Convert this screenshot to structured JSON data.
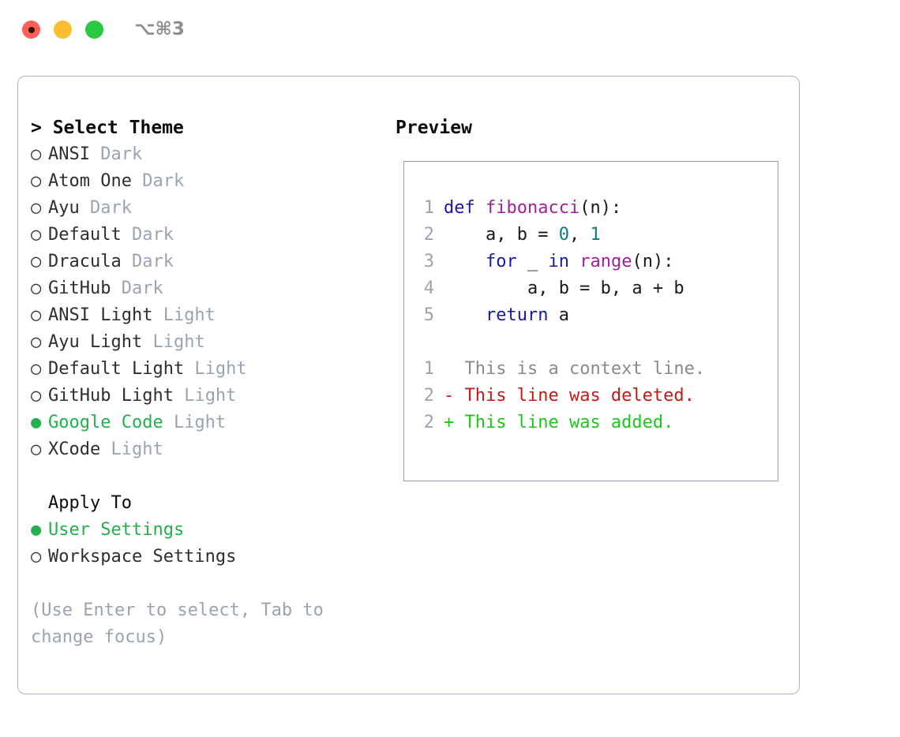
{
  "titlebar": {
    "shortcut": "⌥⌘3",
    "buttons": [
      {
        "name": "close",
        "color": "#ff5f57"
      },
      {
        "name": "minimize",
        "color": "#f9bd2f"
      },
      {
        "name": "zoom",
        "color": "#28c840"
      }
    ]
  },
  "left": {
    "header": "> Select Theme",
    "themes": [
      {
        "marker": "○",
        "name": "ANSI",
        "kind": "Dark",
        "selected": false
      },
      {
        "marker": "○",
        "name": "Atom One",
        "kind": "Dark",
        "selected": false
      },
      {
        "marker": "○",
        "name": "Ayu",
        "kind": "Dark",
        "selected": false
      },
      {
        "marker": "○",
        "name": "Default",
        "kind": "Dark",
        "selected": false
      },
      {
        "marker": "○",
        "name": "Dracula",
        "kind": "Dark",
        "selected": false
      },
      {
        "marker": "○",
        "name": "GitHub",
        "kind": "Dark",
        "selected": false
      },
      {
        "marker": "○",
        "name": "ANSI Light",
        "kind": "Light",
        "selected": false
      },
      {
        "marker": "○",
        "name": "Ayu Light",
        "kind": "Light",
        "selected": false
      },
      {
        "marker": "○",
        "name": "Default Light",
        "kind": "Light",
        "selected": false
      },
      {
        "marker": "○",
        "name": "GitHub Light",
        "kind": "Light",
        "selected": false
      },
      {
        "marker": "●",
        "name": "Google Code",
        "kind": "Light",
        "selected": true
      },
      {
        "marker": "○",
        "name": "XCode",
        "kind": "Light",
        "selected": false
      }
    ],
    "apply_to_header": "Apply To",
    "apply_options": [
      {
        "marker": "●",
        "label": "User Settings",
        "selected": true
      },
      {
        "marker": "○",
        "label": "Workspace Settings",
        "selected": false
      }
    ],
    "hint": "(Use Enter to select, Tab to change focus)"
  },
  "right": {
    "header": "Preview",
    "code_lines": [
      {
        "no": "1",
        "tokens": [
          {
            "t": "def",
            "c": "kw"
          },
          {
            "t": " ",
            "c": "plain"
          },
          {
            "t": "fibonacci",
            "c": "fn"
          },
          {
            "t": "(n):",
            "c": "plain"
          }
        ]
      },
      {
        "no": "2",
        "tokens": [
          {
            "t": "    a, b = ",
            "c": "plain"
          },
          {
            "t": "0",
            "c": "num"
          },
          {
            "t": ", ",
            "c": "plain"
          },
          {
            "t": "1",
            "c": "num"
          }
        ]
      },
      {
        "no": "3",
        "tokens": [
          {
            "t": "    ",
            "c": "plain"
          },
          {
            "t": "for",
            "c": "kw"
          },
          {
            "t": " _ ",
            "c": "plain"
          },
          {
            "t": "in",
            "c": "kw"
          },
          {
            "t": " ",
            "c": "plain"
          },
          {
            "t": "range",
            "c": "fn"
          },
          {
            "t": "(n):",
            "c": "plain"
          }
        ]
      },
      {
        "no": "4",
        "tokens": [
          {
            "t": "        a, b = b, a + b",
            "c": "plain"
          }
        ]
      },
      {
        "no": "5",
        "tokens": [
          {
            "t": "    ",
            "c": "plain"
          },
          {
            "t": "return",
            "c": "kw"
          },
          {
            "t": " a",
            "c": "plain"
          }
        ]
      }
    ],
    "diff_lines": [
      {
        "no": "1",
        "sign": " ",
        "text": "This is a context line.",
        "c": "ctx"
      },
      {
        "no": "2",
        "sign": "-",
        "text": "This line was deleted.",
        "c": "del"
      },
      {
        "no": "2",
        "sign": "+",
        "text": "This line was added.",
        "c": "add"
      }
    ]
  },
  "colors": {
    "accent_green": "#22b14c",
    "muted": "#9aa4b0",
    "keyword": "#1919a6",
    "function": "#a0219b",
    "number": "#0e7c7b",
    "diff_added": "#1fc41f",
    "diff_deleted": "#c31b18",
    "border": "#aab4c0"
  }
}
